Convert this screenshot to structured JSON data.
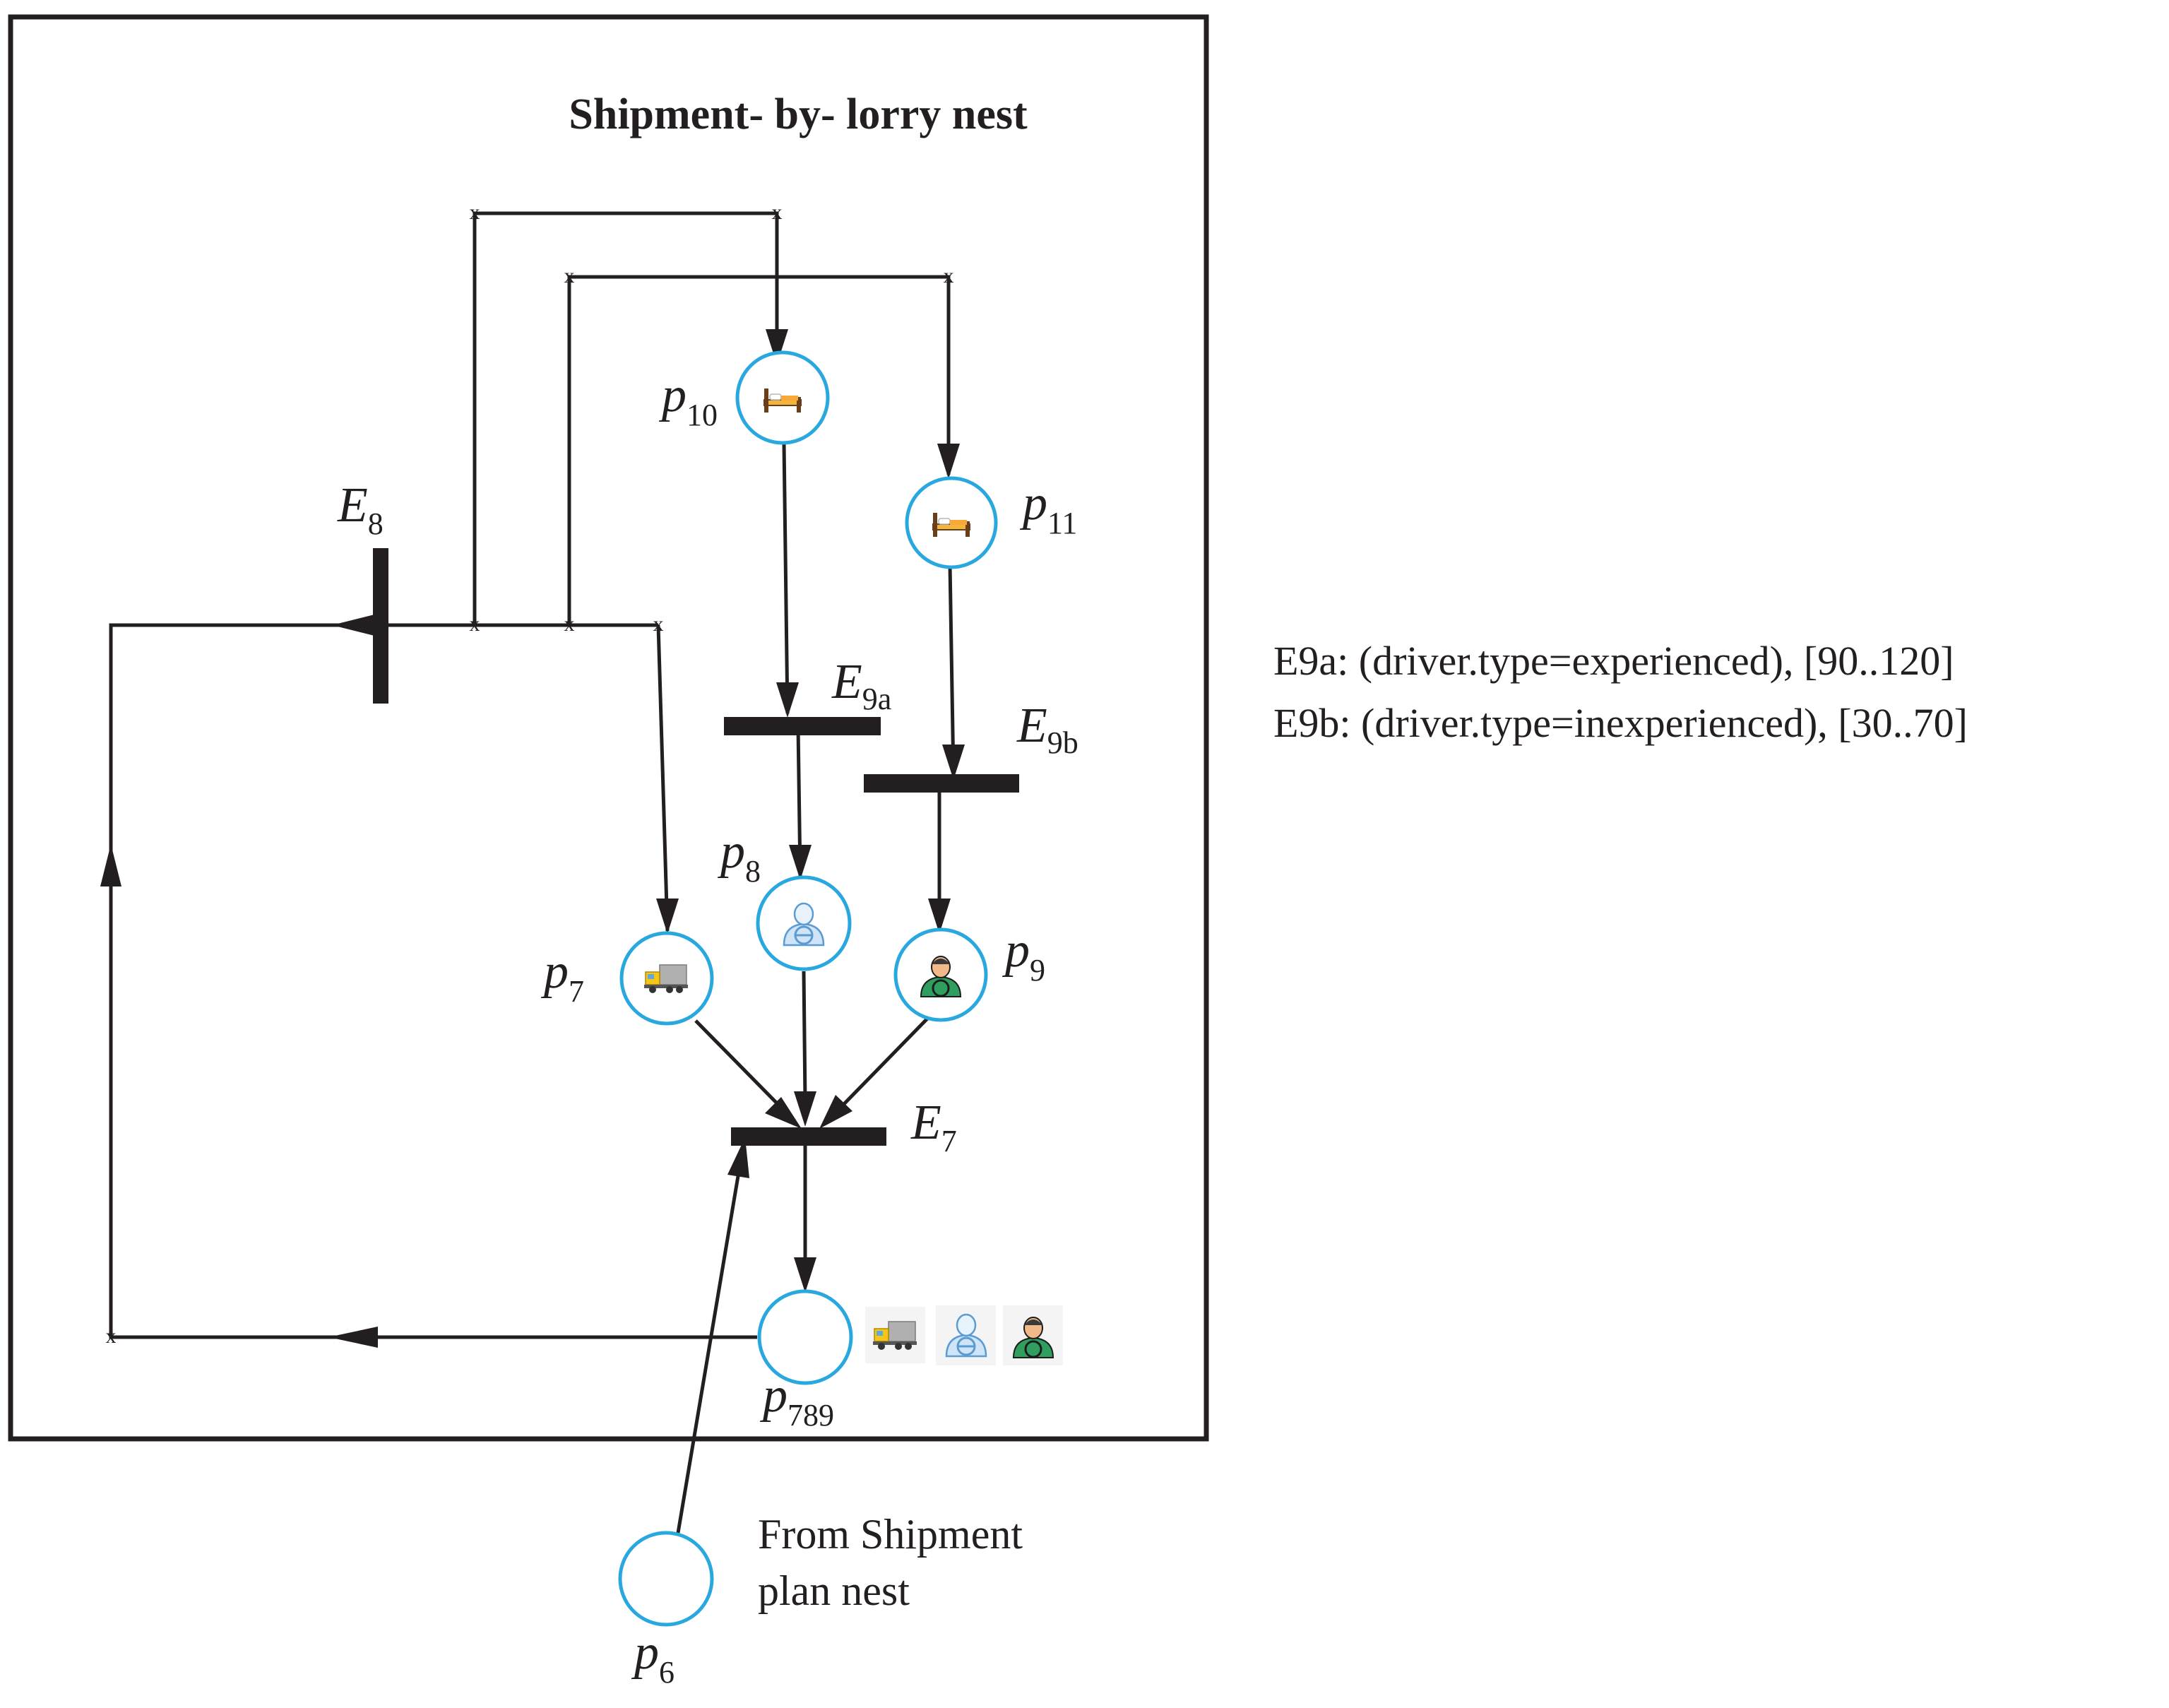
{
  "title": "Shipment- by- lorry nest",
  "places": {
    "p6": {
      "base": "p",
      "sub": "6",
      "icon": ""
    },
    "p7": {
      "base": "p",
      "sub": "7",
      "icon": "truck-icon"
    },
    "p8": {
      "base": "p",
      "sub": "8",
      "icon": "driver-icon"
    },
    "p9": {
      "base": "p",
      "sub": "9",
      "icon": "driver-icon"
    },
    "p10": {
      "base": "p",
      "sub": "10",
      "icon": "bed-icon"
    },
    "p11": {
      "base": "p",
      "sub": "11",
      "icon": "bed-icon"
    },
    "p789": {
      "base": "p",
      "sub": "789",
      "icon": ""
    }
  },
  "transitions": {
    "E7": {
      "base": "E",
      "sub": "7"
    },
    "E8": {
      "base": "E",
      "sub": "8"
    },
    "E9a": {
      "base": "E",
      "sub": "9a"
    },
    "E9b": {
      "base": "E",
      "sub": "9b"
    }
  },
  "arc_marker": "x",
  "from_note": {
    "line1": "From Shipment",
    "line2": "plan nest"
  },
  "guards": [
    "E9a: (driver.type=experienced), [90..120]",
    "E9b: (driver.type=inexperienced), [30..70]"
  ],
  "colors": {
    "place_stroke": "#29a8df",
    "ink": "#231f20"
  }
}
